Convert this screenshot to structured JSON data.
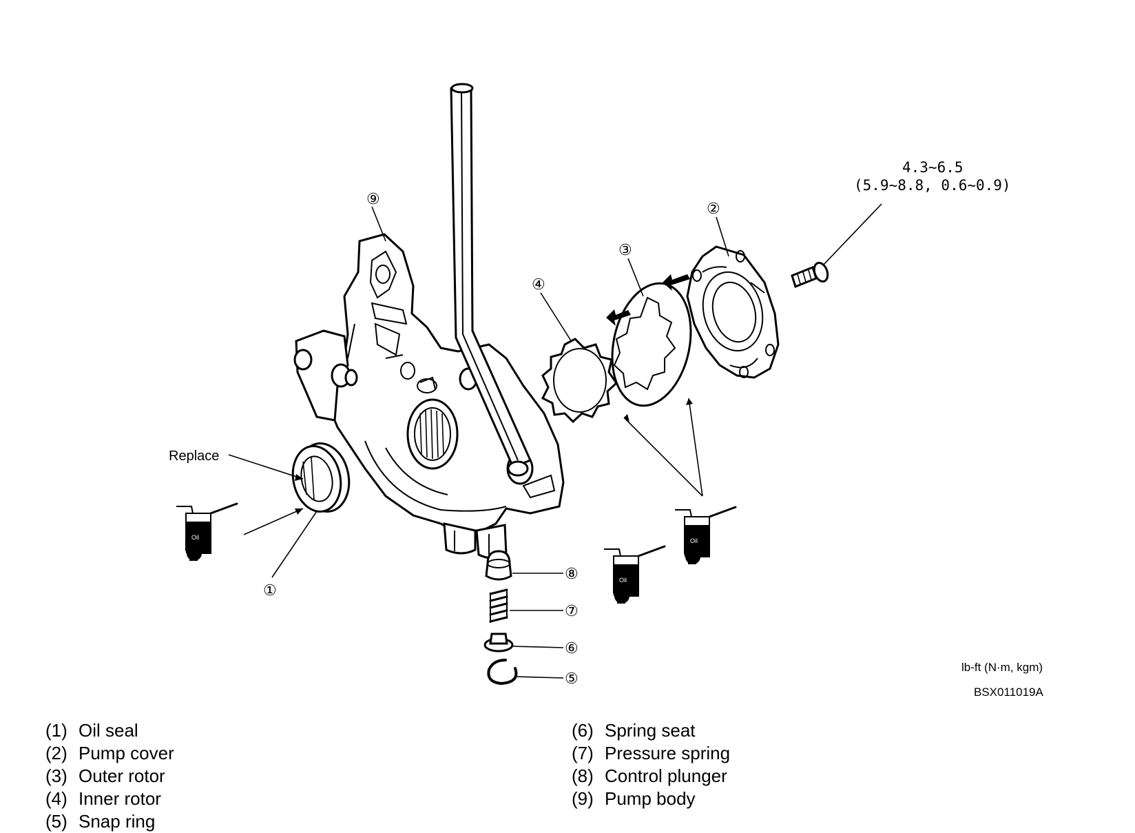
{
  "callouts": {
    "c1": "①",
    "c2": "②",
    "c3": "③",
    "c4": "④",
    "c5": "⑤",
    "c6": "⑥",
    "c7": "⑦",
    "c8": "⑧",
    "c9": "⑨"
  },
  "torque": {
    "line1": "4.3~6.5",
    "line2": "(5.9~8.8, 0.6~0.9)"
  },
  "replace_label": "Replace",
  "oil_label": "Oil",
  "units": "lb-ft (N·m, kgm)",
  "figure_code": "BSX011019A",
  "legend_left": [
    {
      "num": "(1)",
      "text": "Oil seal"
    },
    {
      "num": "(2)",
      "text": "Pump cover"
    },
    {
      "num": "(3)",
      "text": "Outer rotor"
    },
    {
      "num": "(4)",
      "text": "Inner rotor"
    },
    {
      "num": "(5)",
      "text": "Snap ring"
    }
  ],
  "legend_right": [
    {
      "num": "(6)",
      "text": "Spring seat"
    },
    {
      "num": "(7)",
      "text": "Pressure spring"
    },
    {
      "num": "(8)",
      "text": "Control plunger"
    },
    {
      "num": "(9)",
      "text": "Pump body"
    }
  ]
}
